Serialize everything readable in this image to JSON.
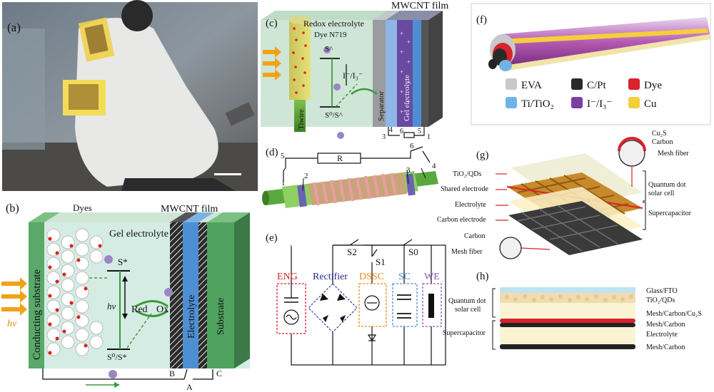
{
  "panels": {
    "a": {
      "tag": "(a)"
    },
    "b": {
      "tag": "(b)",
      "dyes": "Dyes",
      "gel_electrolyte": "Gel electrolyte",
      "mwcnt_film": "MWCNT film",
      "s_star": "S*",
      "hv_light": "hv",
      "hv_inner": "hv",
      "red": "Red",
      "ox": "Ox",
      "s0_sstar": "S⁰/S*",
      "conducting_substrate": "Conducting substrate",
      "electrolyte": "Electrolyte",
      "substrate": "Substrate",
      "node_a": "A",
      "node_b": "B",
      "node_c": "C"
    },
    "c": {
      "tag": "(c)",
      "redox": "Redox electrolyte",
      "mwcnt": "MWCNT film",
      "dye": "Dye N719",
      "s_caret": "S^",
      "iodide": "I⁻/I₃⁻",
      "s0_s": "S⁰/S^",
      "separator": "Separator",
      "gel": "Gel electrolyte",
      "tiwire": "Tiwire",
      "n3": "3",
      "n4": "4",
      "n6": "6",
      "n5": "5",
      "n1": "1"
    },
    "d": {
      "tag": "(d)",
      "r": "R",
      "n5": "5",
      "n6": "6",
      "n1": "1",
      "n2": "2",
      "n3": "3",
      "n4": "4"
    },
    "e": {
      "tag": "(e)",
      "s2": "S2",
      "s1": "S1",
      "s0": "S0",
      "eng": "ENG",
      "rectifier": "Rectifier",
      "dssc": "DSSC",
      "sc": "SC",
      "we": "WE"
    },
    "f": {
      "tag": "(f)",
      "legend": [
        {
          "label": "EVA",
          "color": "#c8c8cc"
        },
        {
          "label": "C/Pt",
          "color": "#2a2a2a"
        },
        {
          "label": "Dye",
          "color": "#d8232a"
        },
        {
          "label": "Ti/TiO₂",
          "color": "#6fb4e6"
        },
        {
          "label": "I⁻/I₃⁻",
          "color": "#7a3fa0"
        },
        {
          "label": "Cu",
          "color": "#f5cf3a"
        }
      ]
    },
    "g": {
      "tag": "(g)",
      "cu2s": "Cu₂S",
      "carbon_top": "Carbon",
      "mesh_top": "Mesh fiber",
      "tio2": "TiO₂/QDs",
      "shared": "Shared electrode",
      "electrolyte": "Electrolyte",
      "carbon_el": "Carbon electrode",
      "carbon_bot": "Carbon",
      "mesh_bot": "Mesh fiber",
      "qdsc": "Quantum dot",
      "qdsc2": "solar cell",
      "supercap": "Supercapacitor"
    },
    "h": {
      "tag": "(h)",
      "qdsc": "Quantum dot",
      "qdsc2": "solar cell",
      "supercap": "Supercapacitor",
      "glass": "Glass/FTO",
      "tio2": "TiO₂/QDs",
      "mcc": "Mesh/Carbon/Cu₂S",
      "mc1": "Mesh/Carbon",
      "electrolyte": "Electrolyte",
      "mc2": "Mesh/Carbon"
    }
  }
}
